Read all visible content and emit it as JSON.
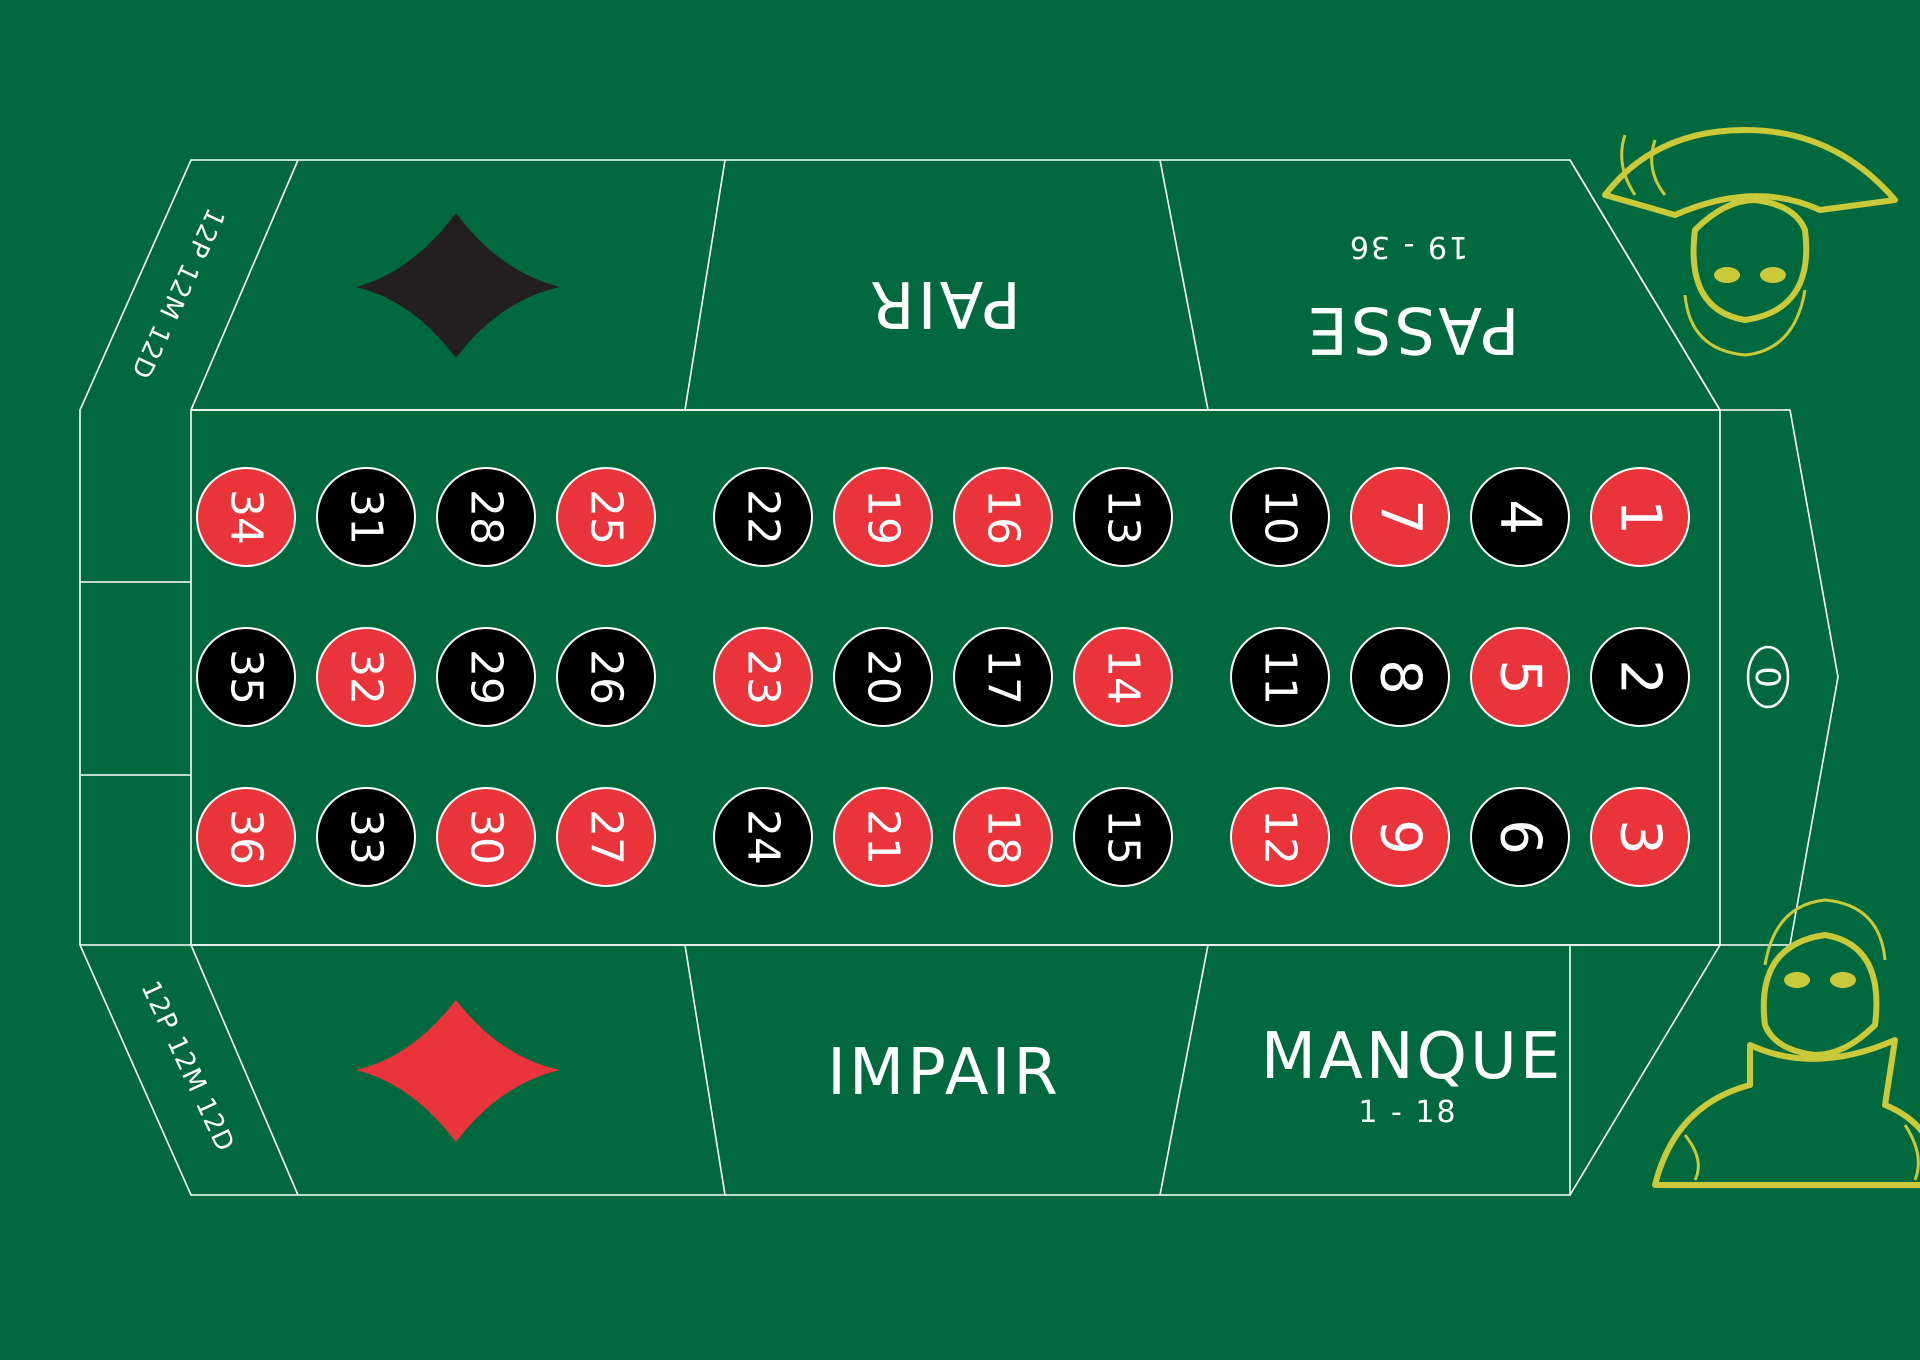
{
  "table": {
    "top_even_label": "PAIR",
    "top_high_label": "PASSE",
    "top_high_range": "19 - 36",
    "bottom_odd_label": "IMPAIR",
    "bottom_low_label": "MANQUE",
    "bottom_low_range": "1 - 18",
    "dozen_top_label": "12P 12M 12D",
    "dozen_bottom_label": "12P 12M 12D",
    "zero_label": "0",
    "top_suit": "black-diamond",
    "bottom_suit": "red-diamond"
  },
  "colors": {
    "felt": "#02693f",
    "line": "#ffffff",
    "red": "#e8343a",
    "black": "#000000",
    "gold": "#c9c93a"
  },
  "grid": {
    "rows": [
      [
        {
          "n": "34",
          "c": "red"
        },
        {
          "n": "31",
          "c": "black"
        },
        {
          "n": "28",
          "c": "black"
        },
        {
          "n": "25",
          "c": "red"
        },
        {
          "n": "22",
          "c": "black"
        },
        {
          "n": "19",
          "c": "red"
        },
        {
          "n": "16",
          "c": "red"
        },
        {
          "n": "13",
          "c": "black"
        },
        {
          "n": "10",
          "c": "black"
        },
        {
          "n": "7",
          "c": "red"
        },
        {
          "n": "4",
          "c": "black"
        },
        {
          "n": "1",
          "c": "red"
        }
      ],
      [
        {
          "n": "35",
          "c": "black"
        },
        {
          "n": "32",
          "c": "red"
        },
        {
          "n": "29",
          "c": "black"
        },
        {
          "n": "26",
          "c": "black"
        },
        {
          "n": "23",
          "c": "red"
        },
        {
          "n": "20",
          "c": "black"
        },
        {
          "n": "17",
          "c": "black"
        },
        {
          "n": "14",
          "c": "red"
        },
        {
          "n": "11",
          "c": "black"
        },
        {
          "n": "8",
          "c": "black"
        },
        {
          "n": "5",
          "c": "red"
        },
        {
          "n": "2",
          "c": "black"
        }
      ],
      [
        {
          "n": "36",
          "c": "red"
        },
        {
          "n": "33",
          "c": "black"
        },
        {
          "n": "30",
          "c": "red"
        },
        {
          "n": "27",
          "c": "red"
        },
        {
          "n": "24",
          "c": "black"
        },
        {
          "n": "21",
          "c": "red"
        },
        {
          "n": "18",
          "c": "red"
        },
        {
          "n": "15",
          "c": "black"
        },
        {
          "n": "12",
          "c": "red"
        },
        {
          "n": "9",
          "c": "red"
        },
        {
          "n": "6",
          "c": "black"
        },
        {
          "n": "3",
          "c": "red"
        }
      ]
    ]
  }
}
